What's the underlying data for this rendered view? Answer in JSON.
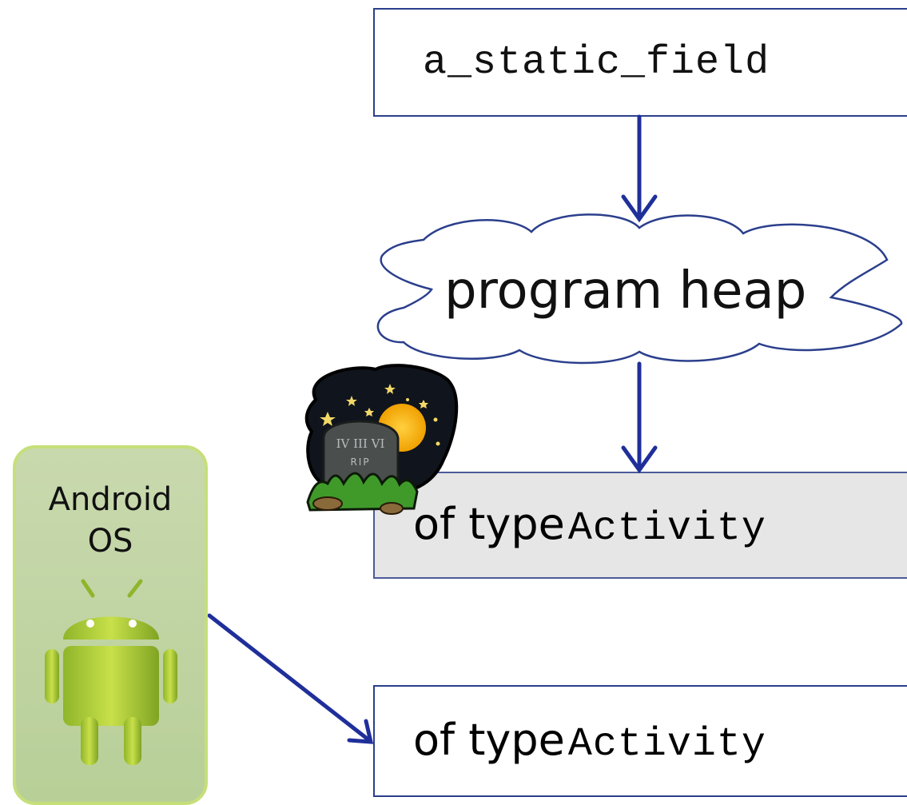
{
  "static_field": {
    "label": "a_static_field"
  },
  "heap": {
    "label": "program heap"
  },
  "dead_object": {
    "prefix": "of type",
    "type_name": "Activity"
  },
  "live_object": {
    "prefix": "of type",
    "type_name": "Activity"
  },
  "android": {
    "label": "Android\nOS"
  },
  "tombstone": {
    "numerals": "IV III VI",
    "text": "RIP"
  },
  "colors": {
    "arrow": "#1f2f9a",
    "box_border": "#2b3f8c",
    "dead_fill": "#e6e6e6",
    "panel_fill": "#c0d5a0",
    "panel_border": "#c6df7a",
    "android_green": "#a4c639"
  }
}
